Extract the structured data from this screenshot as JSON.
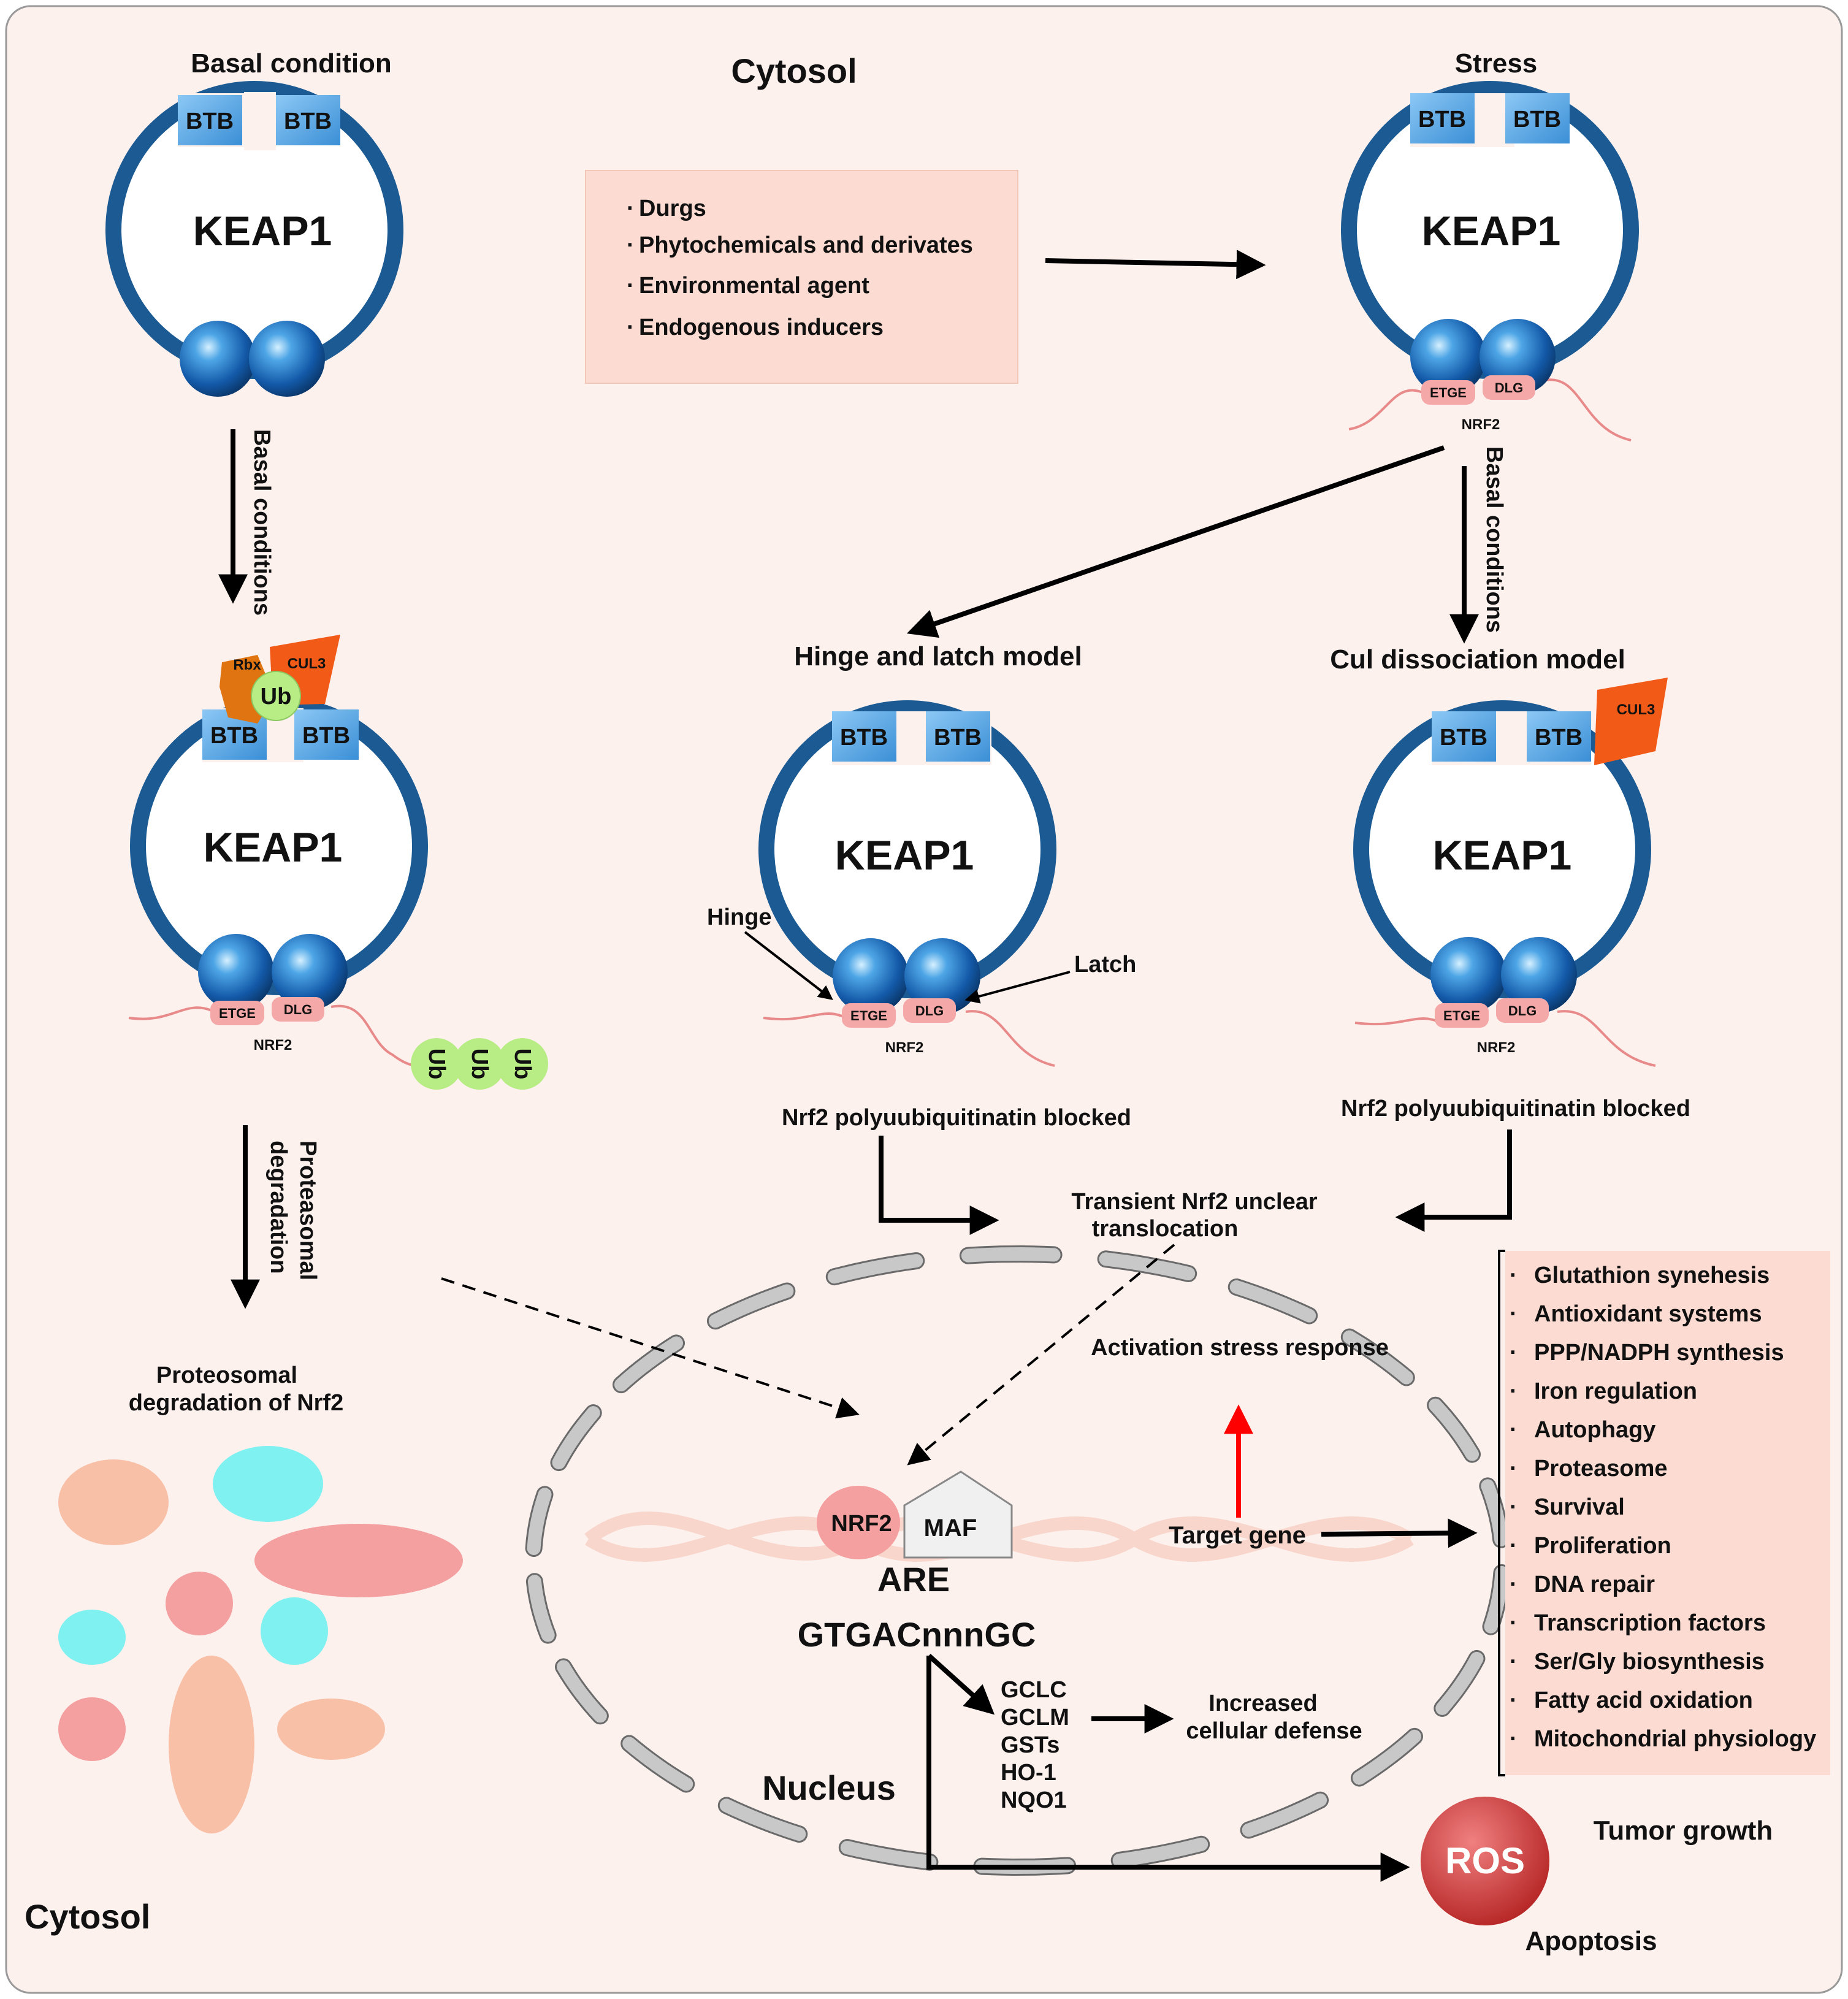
{
  "labels": {
    "cytosol_top": "Cytosol",
    "cytosol_bottom": "Cytosol",
    "nucleus": "Nucleus",
    "basal_condition": "Basal condition",
    "stress": "Stress",
    "basal_conditions_arrow": "Basal conditions",
    "proteasomal_1": "Proteasomal",
    "proteasomal_2": "degradation",
    "proteosomal_deg_1": "Proteosomal",
    "proteosomal_deg_2": "degradation of Nrf2",
    "hinge_latch_model": "Hinge and latch model",
    "cul_dissociation_model": "Cul dissociation model",
    "hinge": "Hinge",
    "latch": "Latch",
    "blocked": "Nrf2 polyuubiquitinatin blocked",
    "transient_1": "Transient Nrf2 unclear",
    "transient_2": "translocation",
    "activation": "Activation stress response",
    "target_gene": "Target gene",
    "are": "ARE",
    "sequence": "GTGACnnnGC",
    "increased_1": "Increased",
    "increased_2": "cellular defense",
    "tumor_growth": "Tumor growth",
    "apoptosis": "Apoptosis",
    "ros": "ROS"
  },
  "complex": {
    "keap1": "KEAP1",
    "btb": "BTB",
    "etge": "ETGE",
    "dlg": "DLG",
    "nrf2": "NRF2",
    "maf": "MAF",
    "rbx": "Rbx",
    "cul3": "CUL3",
    "ub": "Ub"
  },
  "inducers": [
    "Durgs",
    "Phytochemicals and derivates",
    "Environmental agent",
    "Endogenous inducers"
  ],
  "genes": [
    "GCLC",
    "GCLM",
    "GSTs",
    "HO-1",
    "NQO1"
  ],
  "outcomes": [
    "Glutathion synehesis",
    "Antioxidant systems",
    "PPP/NADPH synthesis",
    "Iron regulation",
    "Autophagy",
    "Proteasome",
    "Survival",
    "Proliferation",
    "DNA repair",
    "Transcription factors",
    "Ser/Gly biosynthesis",
    "Fatty acid oxidation",
    "Mitochondrial physiology"
  ],
  "colors": {
    "background": "#fdf1ee",
    "keap1_ring": "#1b5a92",
    "btb": "#5aa7e6",
    "etge_dlg": "#f4a8a8",
    "cul3": "#f25a18",
    "rbx": "#e07410",
    "ub": "#b8ec84",
    "ros": "#d33a3a",
    "box": "#fcdcd2"
  }
}
